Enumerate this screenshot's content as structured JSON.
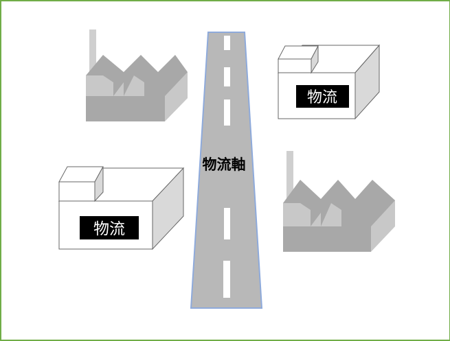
{
  "labels": {
    "road": "物流軸",
    "warehouse_top_right": "物流",
    "warehouse_left": "物流"
  },
  "icons": {
    "road": "road-icon",
    "factory": "factory-icon",
    "warehouse": "warehouse-icon"
  },
  "colors": {
    "frame_border": "#70ad47",
    "road_fill": "#b8b8b8",
    "road_edge": "#8eaadb",
    "lane_marking": "#ffffff",
    "factory_front": "#a8a8a8",
    "factory_side": "#c8c8c8",
    "warehouse_fill": "#ffffff",
    "label_background": "#000000",
    "label_text": "#ffffff",
    "road_label_text": "#000000"
  }
}
